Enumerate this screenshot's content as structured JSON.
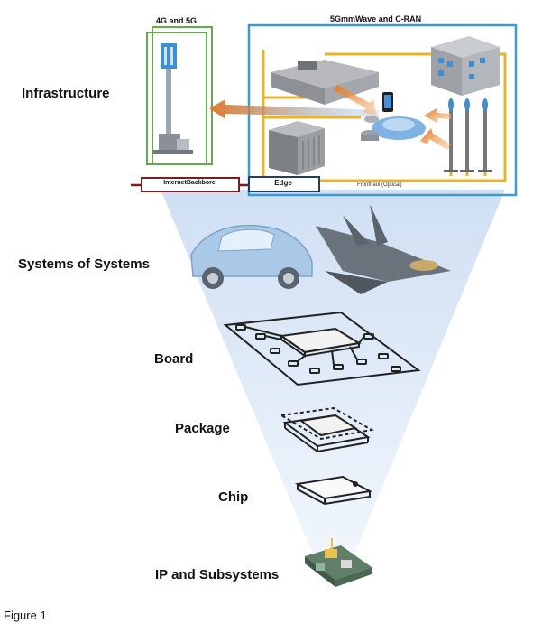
{
  "labels": {
    "infrastructure": "Infrastructure",
    "systems_of_systems": "Systems of Systems",
    "board": "Board",
    "package": "Package",
    "chip": "Chip",
    "ip_and_subsystems": "IP and Subsystems"
  },
  "infra": {
    "cellular": "4G and 5G",
    "mmwave": "5GmmWave and C-RAN",
    "internet_backbone": "InternetBackbore",
    "edge": "Edge",
    "fronthaul": "Fronthaul (Optical)"
  },
  "caption": "Figure 1",
  "colors": {
    "green_box": "#6aa84f",
    "blue_box": "#3d9ad1",
    "backbone": "#7a1f1f",
    "link_yellow": "#e8b52a",
    "arrow_orange": "#e07a2a",
    "funnel": "#dce8f6"
  }
}
